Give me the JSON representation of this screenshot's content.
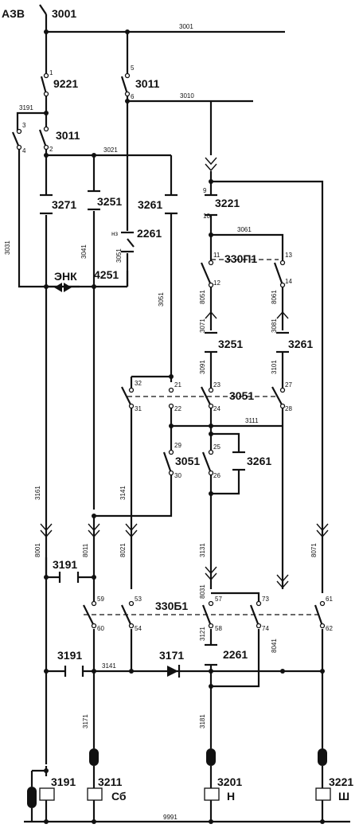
{
  "main_breaker": "АЗВ",
  "labels": {
    "b3001": "3001",
    "sw9221": "9221",
    "sw3011a": "3011",
    "sw3011b": "3011",
    "k3271": "3271",
    "k3251a": "3251",
    "k3261a": "3261",
    "k2261a": "2261",
    "nz": "нз",
    "enk": "ЭНК",
    "k4251": "4251",
    "k3221top": "3221",
    "k330p1": "330П1",
    "k3251b": "3251",
    "k3261b": "3261",
    "k3051a": "3051",
    "k3051b": "3051",
    "k3261c": "3261",
    "k3191a": "3191",
    "k330b1": "330Б1",
    "k3191b": "3191",
    "d3171": "3171",
    "k2261b": "2261",
    "c3191": "3191",
    "c3211": "3211",
    "c3211sub": "Сб",
    "c3201": "3201",
    "c3201sub": "Н",
    "c3221": "3221",
    "c3221sub": "Ш"
  },
  "wires": {
    "w3001": "3001",
    "w3010": "3010",
    "w3191": "3191",
    "w3021": "3021",
    "w3061": "3061",
    "w3031": "3031",
    "w3041": "3041",
    "w3051v": "3051",
    "w3051b": "3051",
    "w8051": "8051",
    "w8061": "8061",
    "w3071": "3071",
    "w3081": "3081",
    "w3091": "3091",
    "w3101": "3101",
    "w3111": "3111",
    "w3161": "3161",
    "w3141v": "3141",
    "w8001": "8001",
    "w8011": "8011",
    "w8021": "8021",
    "w8031": "8031",
    "w8041": "8041",
    "w8071": "8071",
    "w3131": "3131",
    "w3121": "3121",
    "w3141h": "3141",
    "w3171": "3171",
    "w3181": "3181",
    "w9991": "9991"
  },
  "terminals": [
    "1",
    "2",
    "3",
    "4",
    "5",
    "6",
    "9",
    "10",
    "11",
    "12",
    "13",
    "14",
    "21",
    "22",
    "23",
    "24",
    "25",
    "26",
    "27",
    "28",
    "29",
    "30",
    "31",
    "32",
    "57",
    "58",
    "59",
    "60",
    "61",
    "62",
    "73",
    "74",
    "53",
    "54"
  ]
}
